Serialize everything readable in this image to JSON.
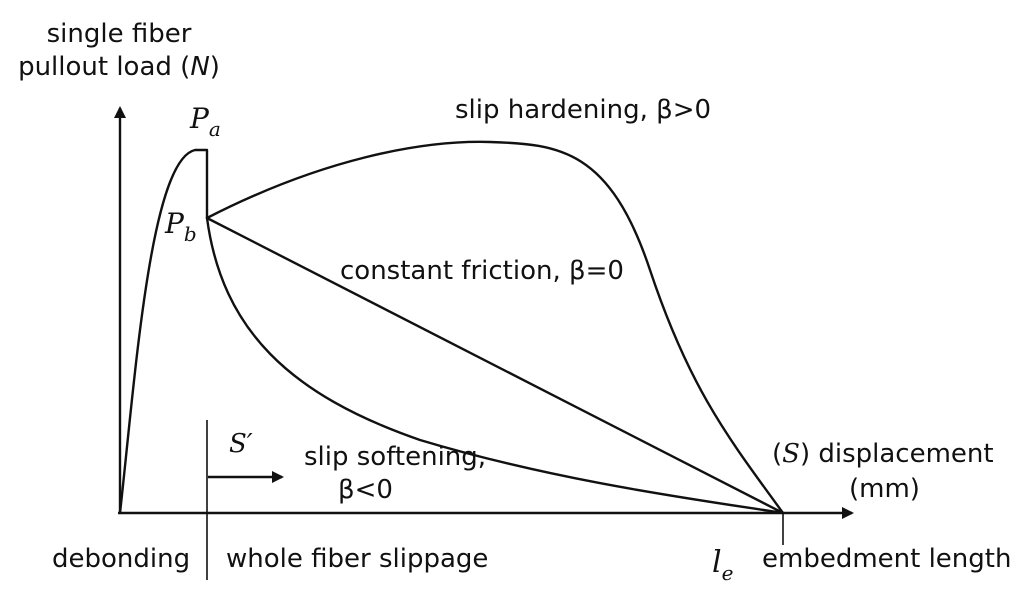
{
  "axes": {
    "y_label_line1": "single fiber",
    "y_label_line2_prefix": "pullout load (",
    "y_label_unit": "N",
    "y_label_line2_suffix": ")",
    "x_label_open": "(",
    "x_label_symbol": "S",
    "x_label_close": ") displacement",
    "x_label_unit": "(mm)"
  },
  "points": {
    "pa_main": "P",
    "pa_sub": "a",
    "pb_main": "P",
    "pb_sub": "b",
    "le_main": "l",
    "le_sub": "e"
  },
  "curves": {
    "hardening": "slip hardening, β>0",
    "constant": "constant friction, β=0",
    "softening_line1": "slip softening,",
    "softening_line2": "β<0"
  },
  "regions": {
    "debonding": "debonding",
    "slippage": "whole fiber slippage",
    "embedment": "embedment length"
  },
  "arrow": {
    "symbol": "S′"
  }
}
